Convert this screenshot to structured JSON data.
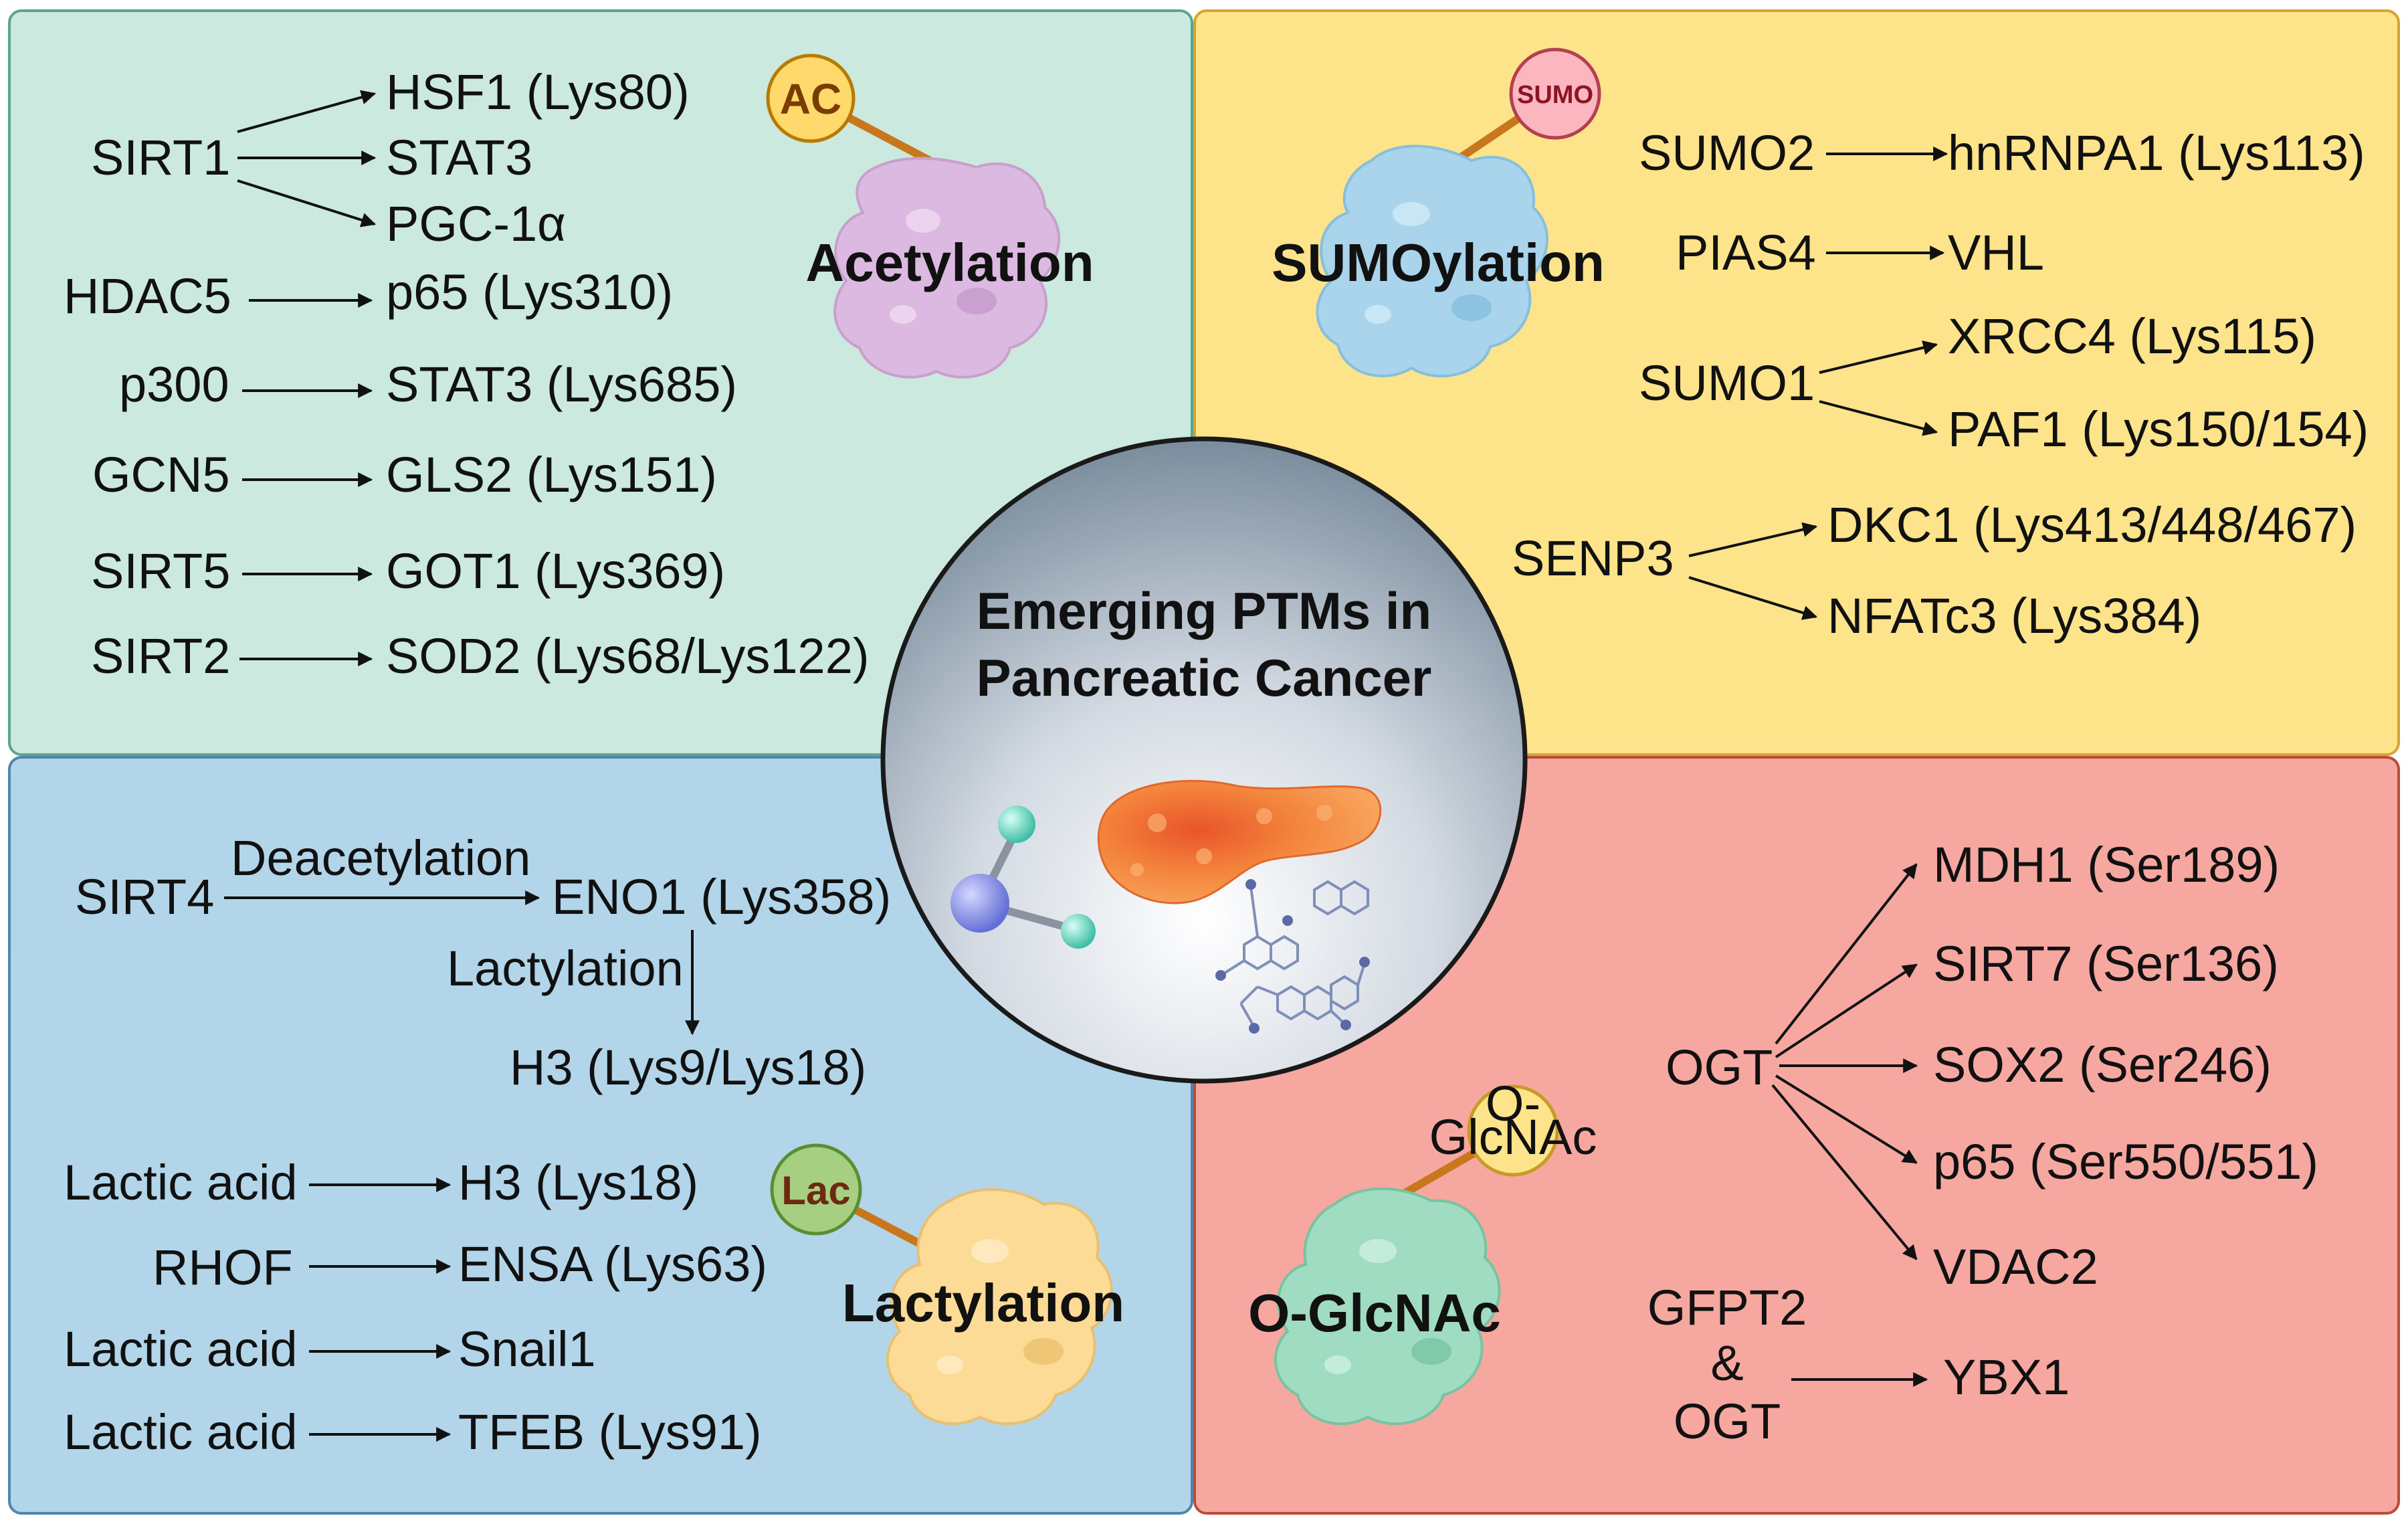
{
  "center": {
    "line1": "Emerging PTMs in",
    "line2": "Pancreatic Cancer"
  },
  "acetylation": {
    "title": "Acetylation",
    "badge": "AC",
    "sirt1": "SIRT1",
    "sirt1_targets": [
      "HSF1 (Lys80)",
      "STAT3",
      "PGC-1α"
    ],
    "rows": [
      {
        "enzyme": "HDAC5",
        "target": "p65 (Lys310)"
      },
      {
        "enzyme": "p300",
        "target": "STAT3 (Lys685)"
      },
      {
        "enzyme": "GCN5",
        "target": "GLS2 (Lys151)"
      },
      {
        "enzyme": "SIRT5",
        "target": "GOT1 (Lys369)"
      },
      {
        "enzyme": "SIRT2",
        "target": "SOD2 (Lys68/Lys122)"
      }
    ]
  },
  "sumoylation": {
    "title": "SUMOylation",
    "badge": "SUMO",
    "rows": [
      {
        "enzyme": "SUMO2",
        "target": "hnRNPA1 (Lys113)"
      },
      {
        "enzyme": "PIAS4",
        "target": "VHL"
      }
    ],
    "sumo1": "SUMO1",
    "sumo1_targets": [
      "XRCC4 (Lys115)",
      "PAF1 (Lys150/154)"
    ],
    "senp3": "SENP3",
    "senp3_targets": [
      "DKC1 (Lys413/448/467)",
      "NFATc3 (Lys384)"
    ]
  },
  "lactylation": {
    "title": "Lactylation",
    "badge": "Lac",
    "sirt4": "SIRT4",
    "deacetylation": "Deacetylation",
    "eno1": "ENO1 (Lys358)",
    "lactylation_label": "Lactylation",
    "h3": "H3 (Lys9/Lys18)",
    "rows": [
      {
        "enzyme": "Lactic acid",
        "target": "H3 (Lys18)"
      },
      {
        "enzyme": "RHOF",
        "target": "ENSA (Lys63)"
      },
      {
        "enzyme": "Lactic acid",
        "target": "Snail1"
      },
      {
        "enzyme": "Lactic acid",
        "target": "TFEB (Lys91)"
      }
    ]
  },
  "oglcnac": {
    "title": "O-GlcNAc",
    "badge_line1": "O-",
    "badge_line2": "GlcNAc",
    "ogt": "OGT",
    "ogt_targets": [
      "MDH1 (Ser189)",
      "SIRT7 (Ser136)",
      "SOX2 (Ser246)",
      "p65 (Ser550/551)",
      "VDAC2"
    ],
    "gfpt2_line1": "GFPT2",
    "gfpt2_line2": "&",
    "gfpt2_line3": "OGT",
    "gfpt2_target": "YBX1"
  },
  "colors": {
    "acetylation_bg": "#cce9df",
    "sumoylation_bg": "#fde38a",
    "lactylation_bg": "#b2d5ea",
    "oglcnac_bg": "#f6a79f",
    "acetyl_protein": "#dcb9e0",
    "sumo_protein": "#a9d4ec",
    "lac_protein": "#fbdb96",
    "oglc_protein": "#9fdcc1",
    "linker": "#c8771e"
  }
}
